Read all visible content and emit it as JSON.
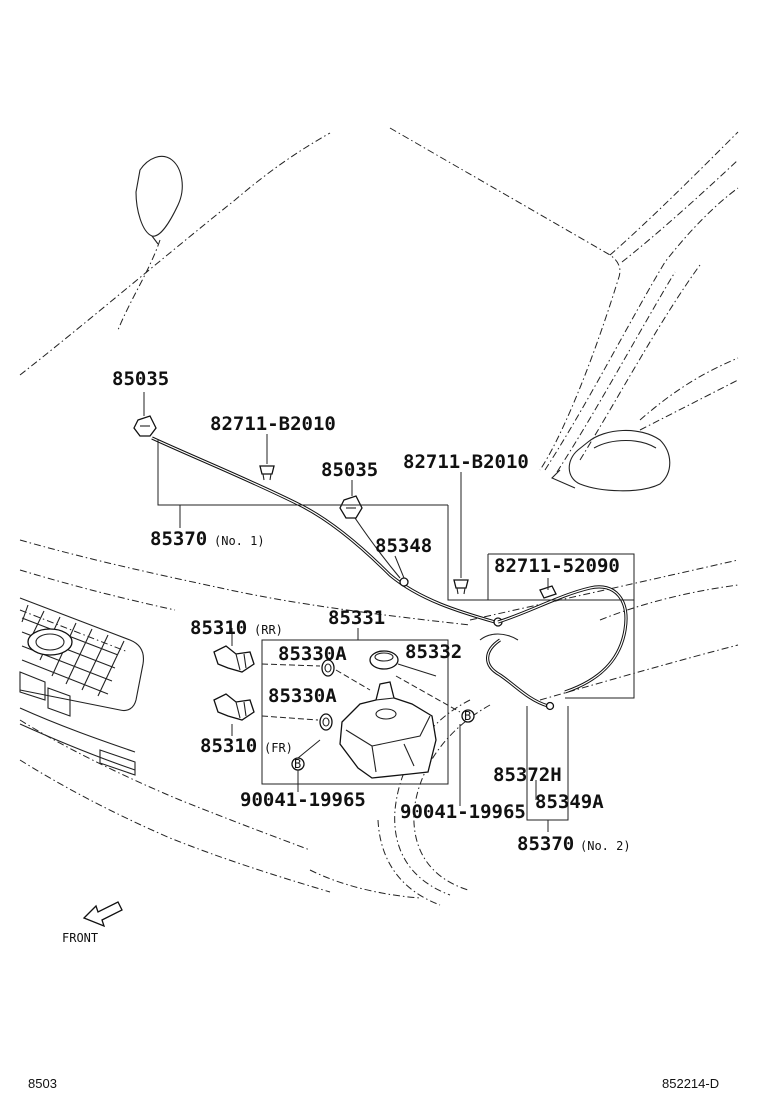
{
  "labels": {
    "p85035_top": "85035",
    "p82711_b2010_a": "82711-B2010",
    "p85035_mid": "85035",
    "p82711_b2010_b": "82711-B2010",
    "p85370_no1": "85370",
    "p85370_no1_suffix": "(No. 1)",
    "p85348": "85348",
    "p82711_52090": "82711-52090",
    "p85331": "85331",
    "p85310_rr": "85310",
    "p85310_rr_suffix": "(RR)",
    "p85330a_top": "85330A",
    "p85332": "85332",
    "p85330a_bot": "85330A",
    "p85310_fr": "85310",
    "p85310_fr_suffix": "(FR)",
    "p90041_left": "90041-19965",
    "p90041_right": "90041-19965",
    "p85372h": "85372H",
    "p85349a": "85349A",
    "p85370_no2": "85370",
    "p85370_no2_suffix": "(No. 2)",
    "bolt_b_left": "B",
    "bolt_b_right": "B",
    "front": "FRONT"
  },
  "footer": {
    "left_code": "8503",
    "right_code": "852214-D"
  }
}
